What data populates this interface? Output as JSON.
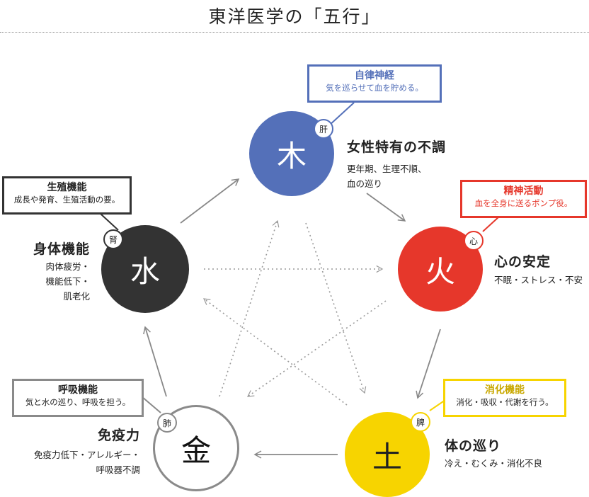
{
  "title": "東洋医学の「五行」",
  "elements": {
    "wood": {
      "char": "木",
      "organ": "肝",
      "heading": "女性特有の不調",
      "desc": [
        "更年期、生理不順、",
        "血の巡り"
      ],
      "callout_title": "自律神経",
      "callout_sub": "気を巡らせて血を貯める。",
      "color": "#5470b9"
    },
    "fire": {
      "char": "火",
      "organ": "心",
      "heading": "心の安定",
      "desc": [
        "不眠・ストレス・不安"
      ],
      "callout_title": "精神活動",
      "callout_sub": "血を全身に送るポンプ役。",
      "color": "#e6372b"
    },
    "earth": {
      "char": "土",
      "organ": "脾",
      "heading": "体の巡り",
      "desc": [
        "冷え・むくみ・消化不良"
      ],
      "callout_title": "消化機能",
      "callout_sub": "消化・吸収・代謝を行う。",
      "color": "#f7d400"
    },
    "metal": {
      "char": "金",
      "organ": "肺",
      "heading": "免疫力",
      "desc": [
        "免疫力低下・アレルギー・",
        "呼吸器不調"
      ],
      "callout_title": "呼吸機能",
      "callout_sub": "気と水の巡り、呼吸を担う。",
      "color": "#8a8a8a"
    },
    "water": {
      "char": "水",
      "organ": "腎",
      "heading": "身体機能",
      "desc": [
        "肉体疲労・",
        "機能低下・",
        "肌老化"
      ],
      "callout_title": "生殖機能",
      "callout_sub": "成長や発育、生殖活動の要。",
      "color": "#333333"
    }
  }
}
